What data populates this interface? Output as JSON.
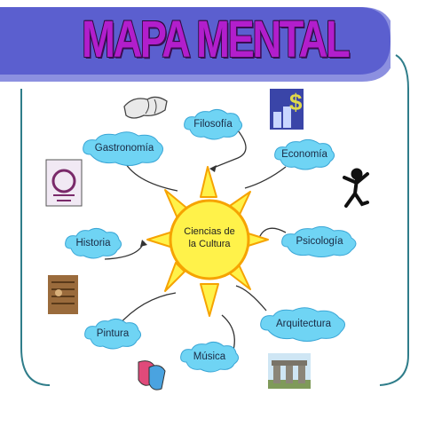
{
  "title": "MAPA MENTAL",
  "center": {
    "line1": "Ciencias de",
    "line2": "la Cultura"
  },
  "nodes": {
    "filosofia": "Filosofía",
    "gastronomia": "Gastronomía",
    "economia": "Economía",
    "historia": "Historia",
    "psicologia": "Psicología",
    "pintura": "Pintura",
    "arquitectura": "Arquitectura",
    "musica": "Música"
  },
  "colors": {
    "banner": "#5b5fcf",
    "banner_shadow": "#8c90e0",
    "title": "#b21ecc",
    "cloud_fill": "#6fd4f4",
    "cloud_edge": "#3aa6d6",
    "sun": "#fff24a",
    "sun_ray": "#f6a300",
    "frame": "#2f7d8a"
  },
  "icons": {
    "filosofia": "hands-icon",
    "gastronomia": "kitchen-icon",
    "economia": "money-icon",
    "psicologia": "dancing-figure-icon",
    "historia": "papyrus-icon",
    "musica": "theater-masks-icon",
    "arquitectura": "stonehenge-icon"
  }
}
